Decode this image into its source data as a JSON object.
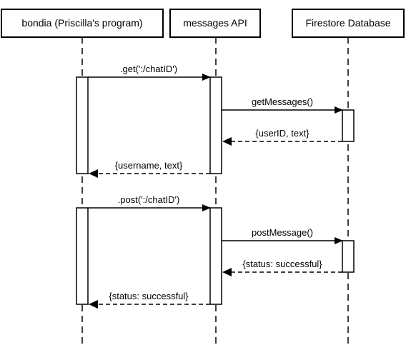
{
  "diagram": {
    "type": "sequence",
    "participants": [
      {
        "id": "bondia",
        "label": "bondia (Priscilla's program)"
      },
      {
        "id": "api",
        "label": "messages API"
      },
      {
        "id": "firestore",
        "label": "Firestore Database"
      }
    ],
    "messages": [
      {
        "from": "bondia",
        "to": "api",
        "label": ".get(':/chatID')",
        "kind": "call"
      },
      {
        "from": "api",
        "to": "firestore",
        "label": "getMessages()",
        "kind": "call"
      },
      {
        "from": "firestore",
        "to": "api",
        "label": "{userID, text}",
        "kind": "return"
      },
      {
        "from": "api",
        "to": "bondia",
        "label": "{username, text}",
        "kind": "return"
      },
      {
        "from": "bondia",
        "to": "api",
        "label": ".post(':/chatID')",
        "kind": "call"
      },
      {
        "from": "api",
        "to": "firestore",
        "label": "postMessage()",
        "kind": "call"
      },
      {
        "from": "firestore",
        "to": "api",
        "label": "{status: successful}",
        "kind": "return"
      },
      {
        "from": "api",
        "to": "bondia",
        "label": "{status: successful}",
        "kind": "return"
      }
    ]
  }
}
